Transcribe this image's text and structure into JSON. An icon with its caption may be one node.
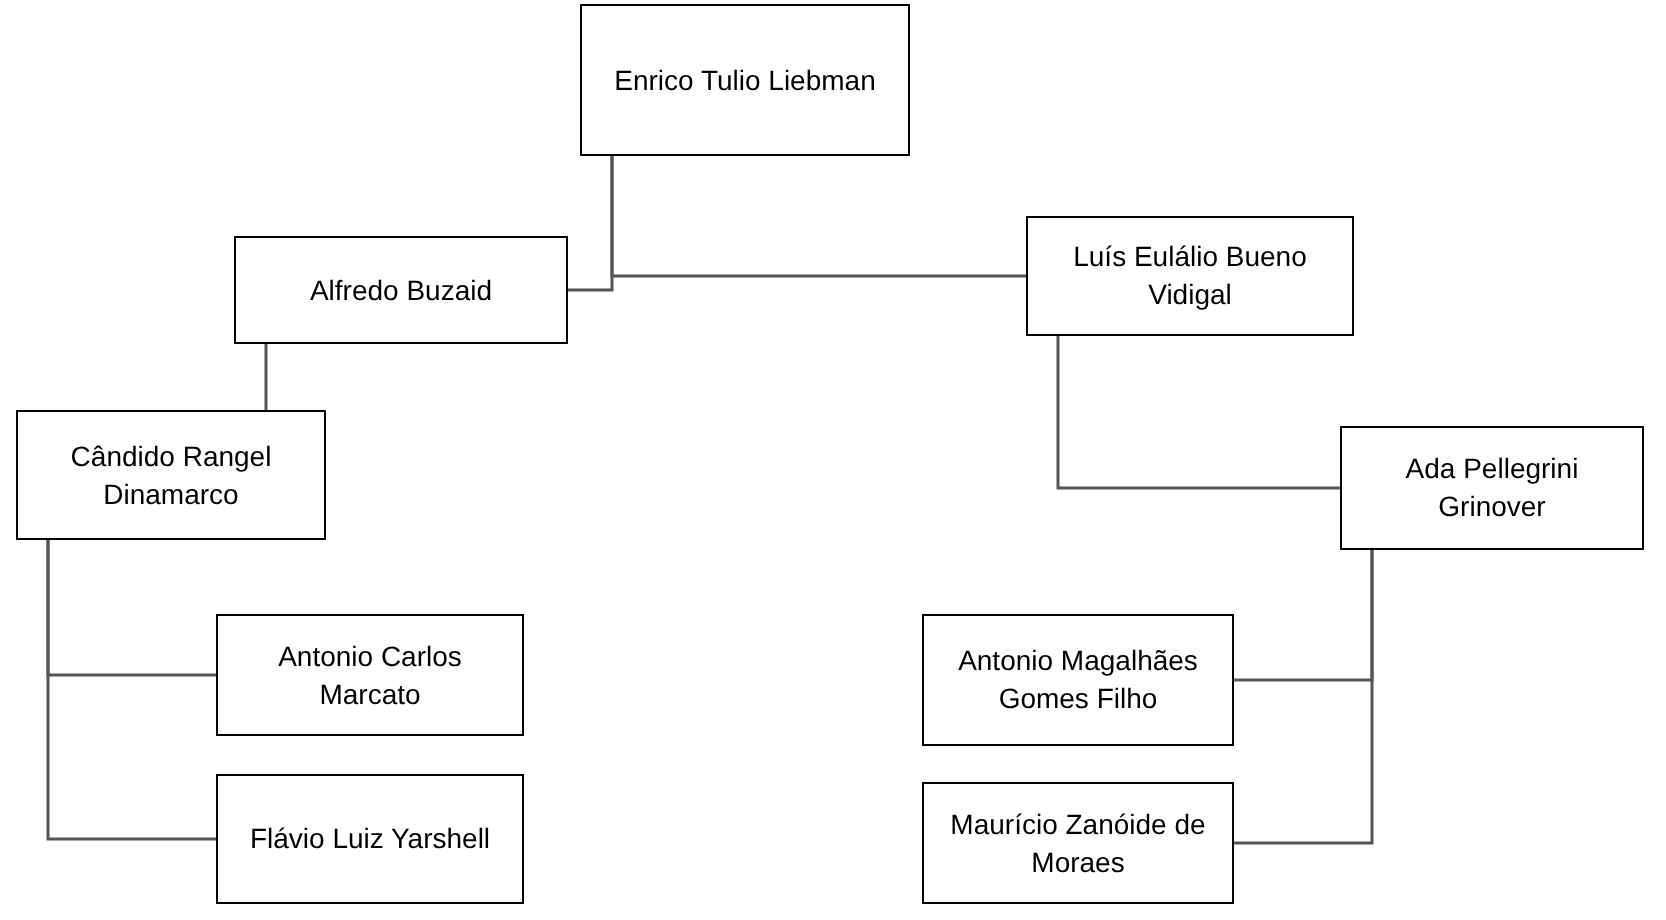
{
  "diagram": {
    "nodes": [
      {
        "text": [
          "Enrico Tulio Liebman"
        ]
      },
      {
        "text": [
          "Alfredo Buzaid"
        ]
      },
      {
        "text": [
          "Luís Eulálio Bueno Vidigal"
        ]
      },
      {
        "text": [
          "Cândido Rangel Dinamarco"
        ]
      },
      {
        "text": [
          "Ada Pellegrini Grinover"
        ]
      },
      {
        "text": [
          "Antonio Carlos Marcato"
        ]
      },
      {
        "text": [
          "Flávio Luiz Yarshell"
        ]
      },
      {
        "text": [
          "Antonio Magalhães Gomes Filho"
        ]
      },
      {
        "text": [
          "Maurício Zanóide de Moraes"
        ]
      }
    ],
    "edges": [
      {
        "from": 0,
        "to": 1,
        "arrow": "none"
      },
      {
        "from": 0,
        "to": 2,
        "arrow": "none"
      },
      {
        "from": 1,
        "to": 3,
        "arrow": "none"
      },
      {
        "from": 2,
        "to": 4,
        "arrow": "none"
      },
      {
        "from": 3,
        "to": 5,
        "arrow": "none"
      },
      {
        "from": 3,
        "to": 6,
        "arrow": "none"
      },
      {
        "from": 4,
        "to": 7,
        "arrow": "none"
      },
      {
        "from": 4,
        "to": 8,
        "arrow": "none"
      }
    ]
  }
}
